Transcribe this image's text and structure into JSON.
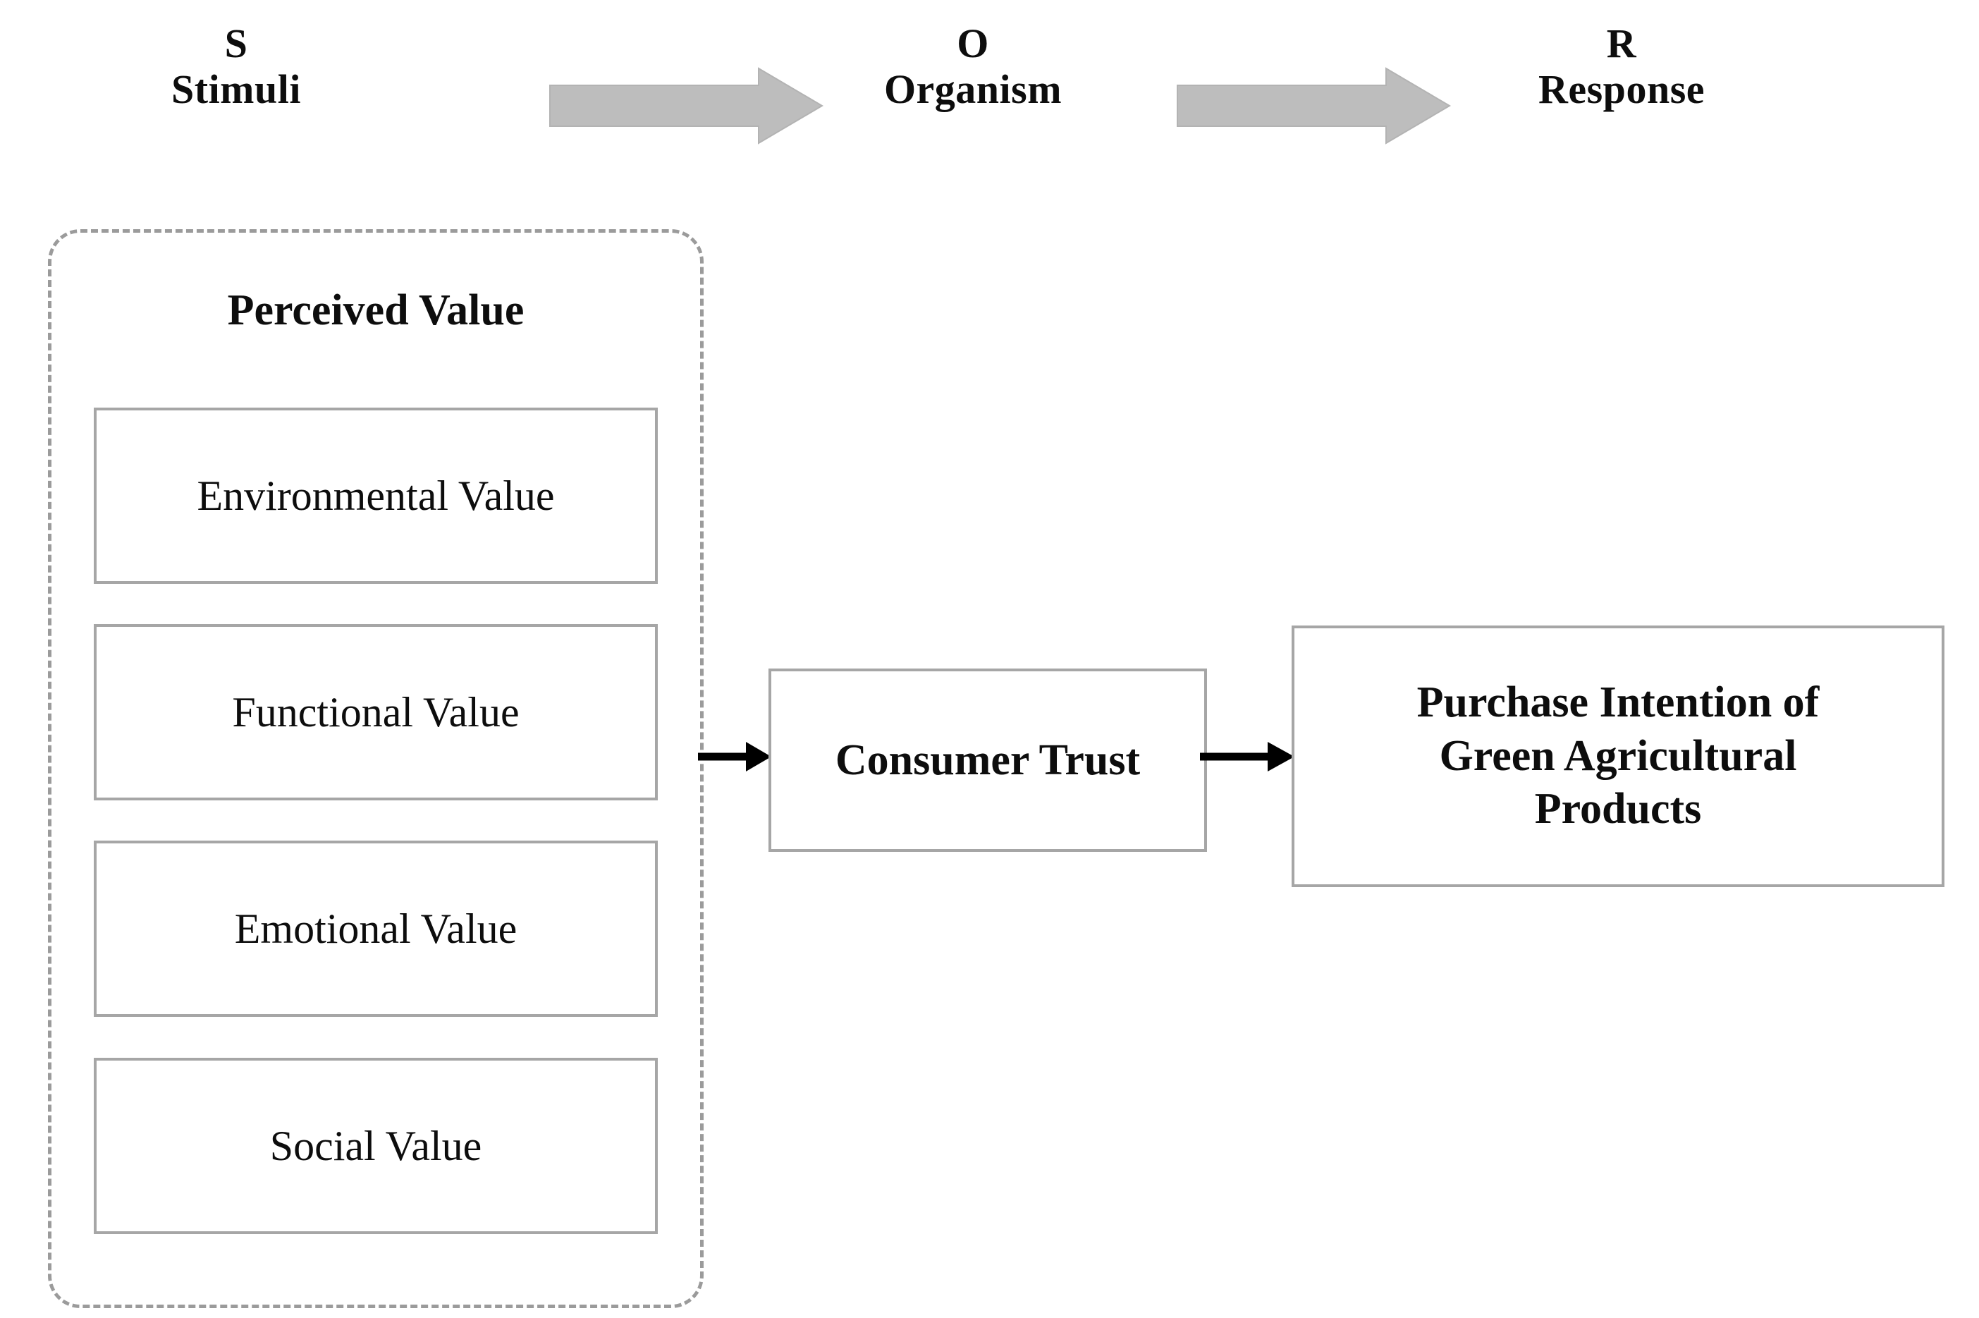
{
  "figure": {
    "type": "sor-framework-diagram",
    "background_color": "#ffffff"
  },
  "header": {
    "stages": [
      {
        "letter": "S",
        "word": "Stimuli"
      },
      {
        "letter": "O",
        "word": "Organism"
      },
      {
        "letter": "R",
        "word": "Response"
      }
    ],
    "arrows": [
      {
        "name": "block-arrow-stimuli-to-organism",
        "color": "#bdbdbd"
      },
      {
        "name": "block-arrow-organism-to-response",
        "color": "#bdbdbd"
      }
    ]
  },
  "stimuli_group": {
    "title": "Perceived Value",
    "border_style": "dashed",
    "border_color": "#9b9b9b",
    "items": [
      {
        "label": "Environmental Value"
      },
      {
        "label": "Functional Value"
      },
      {
        "label": "Emotional Value"
      },
      {
        "label": "Social Value"
      }
    ]
  },
  "organism": {
    "label": "Consumer Trust",
    "border_color": "#a6a6a6"
  },
  "response": {
    "label": "Purchase Intention of Green Agricultural Products",
    "lines": [
      "Purchase Intention of",
      "Green Agricultural",
      "Products"
    ],
    "border_color": "#a6a6a6"
  },
  "connections": [
    {
      "name": "arrow-perceived-value-to-consumer-trust",
      "from": "Perceived Value",
      "to": "Consumer Trust",
      "color": "#000000"
    },
    {
      "name": "arrow-consumer-trust-to-purchase-intention",
      "from": "Consumer Trust",
      "to": "Purchase Intention of Green Agricultural Products",
      "color": "#000000"
    }
  ]
}
